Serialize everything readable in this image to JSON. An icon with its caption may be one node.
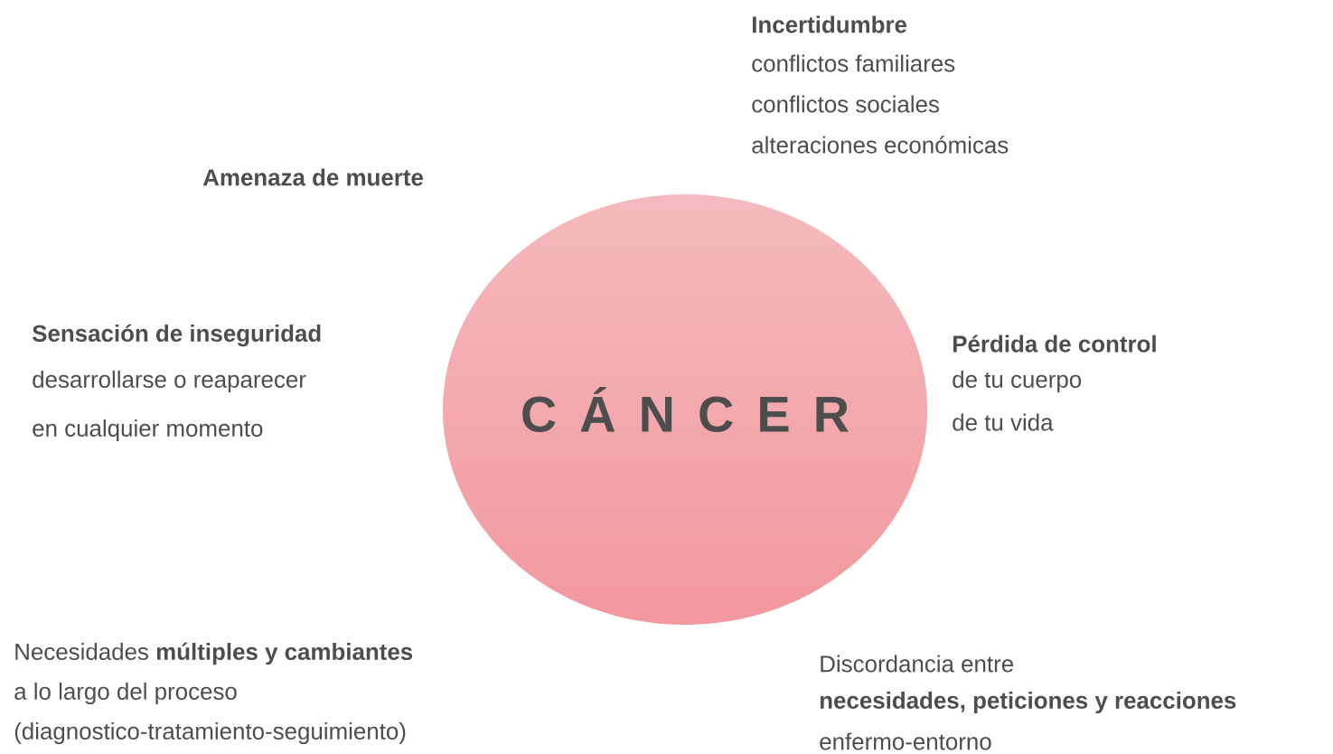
{
  "diagram": {
    "nodes": [
      {
        "text": [
          "C Á N C E R"
        ]
      }
    ],
    "labels": [
      "Incertidumbre",
      "conflictos familiares",
      "conflictos sociales",
      "alteraciones económicas",
      "Amenaza de muerte",
      "Sensación de inseguridad",
      "desarrollarse o reaparecer",
      "en cualquier momento",
      "Pérdida de control",
      "de tu cuerpo",
      "de tu vida",
      "Necesidades **múltiples y cambiantes**",
      "a lo largo del proceso",
      "(diagnostico-tratamiento-seguimiento)",
      "Discordancia entre",
      "necesidades, peticiones y reacciones",
      "enfermo-entorno"
    ]
  }
}
